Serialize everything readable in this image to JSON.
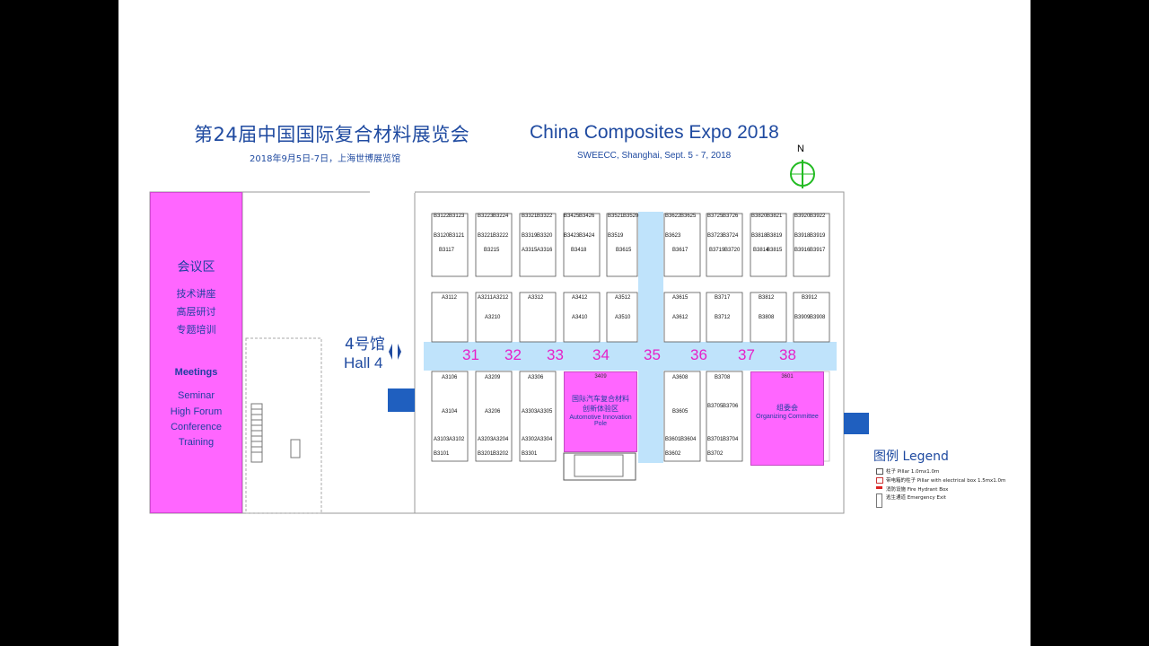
{
  "header": {
    "title_cn": "第24届中国国际复合材料展览会",
    "subtitle_cn": "2018年9月5日-7日，上海世博展览馆",
    "title_en": "China Composites Expo 2018",
    "subtitle_en": "SWEECC, Shanghai, Sept. 5 - 7, 2018",
    "north": "N"
  },
  "meeting_area": {
    "title_cn": "会议区",
    "items_cn": [
      "技术讲座",
      "高层研讨",
      "专题培训"
    ],
    "title_en": "Meetings",
    "items_en": [
      "Seminar",
      "High Forum",
      "Conference",
      "Training"
    ]
  },
  "hall": {
    "label_cn": "4号馆",
    "label_en": "Hall 4"
  },
  "aisles": [
    "31",
    "32",
    "33",
    "34",
    "35",
    "36",
    "37",
    "38"
  ],
  "special_areas": {
    "innovation": {
      "code": "3409",
      "cn": "国际汽车复合材料创新体验区",
      "en": "Automotive Innovation Pole"
    },
    "committee": {
      "code": "3601",
      "cn": "组委会",
      "en": "Organizing Committee"
    }
  },
  "booths_top_row": [
    "B3122",
    "B3123",
    "B3223",
    "B3224",
    "B3321",
    "B3322",
    "B3425",
    "B3426",
    "B3521",
    "B3520",
    "B3622",
    "B3625",
    "B3725",
    "B3726",
    "B3820",
    "B3821",
    "B3920",
    "B3922"
  ],
  "booths_second_row": [
    "B3120",
    "B3121",
    "B3221",
    "B3222",
    "B3319",
    "B3320",
    "B3423",
    "B3424",
    "B3519",
    "B3623",
    "B3723",
    "B3724",
    "B3818",
    "B3819",
    "B3918",
    "B3919"
  ],
  "booths_third_row": [
    "B3117",
    "B3215",
    "A3315",
    "A3316",
    "B3418",
    "B3615",
    "B3617",
    "B3719",
    "B3720",
    "B3814",
    "B3815",
    "B3916",
    "B3917"
  ],
  "booths_mid_top": [
    "A3112",
    "A3211",
    "A3212",
    "A3312",
    "A3412",
    "A3512",
    "A3615",
    "B3717",
    "B3812",
    "B3912"
  ],
  "booths_mid_low": [
    "A3210",
    "A3410",
    "A3510",
    "A3612",
    "B3712",
    "B3808",
    "B3909",
    "B3908"
  ],
  "booths_lower": [
    "A3106",
    "A3209",
    "A3306",
    "A3608",
    "B3708",
    "A3104",
    "A3206",
    "A3303",
    "A3305",
    "B3605",
    "B3705",
    "B3706"
  ],
  "booths_bottom": [
    "A3103",
    "A3102",
    "A3203",
    "A3204",
    "A3302",
    "A3304",
    "B3601",
    "B3604",
    "B3701",
    "B3704",
    "B3101",
    "B3201",
    "B3202",
    "B3301",
    "B3602",
    "B3702"
  ],
  "legend": {
    "title": "图例 Legend",
    "items": [
      "柱子 Pillar 1.0mx1.0m",
      "带电箱的柱子 Pillar with electrical box 1.5mx1.0m",
      "消防设施 Fire Hydrant Box",
      "逃生通道 Emergency Exit"
    ]
  },
  "colors": {
    "meeting": "#ff66ff",
    "aisle": "#bfe3fb",
    "text_blue": "#1f4aa0",
    "aisle_numbers": "#e621c8"
  }
}
